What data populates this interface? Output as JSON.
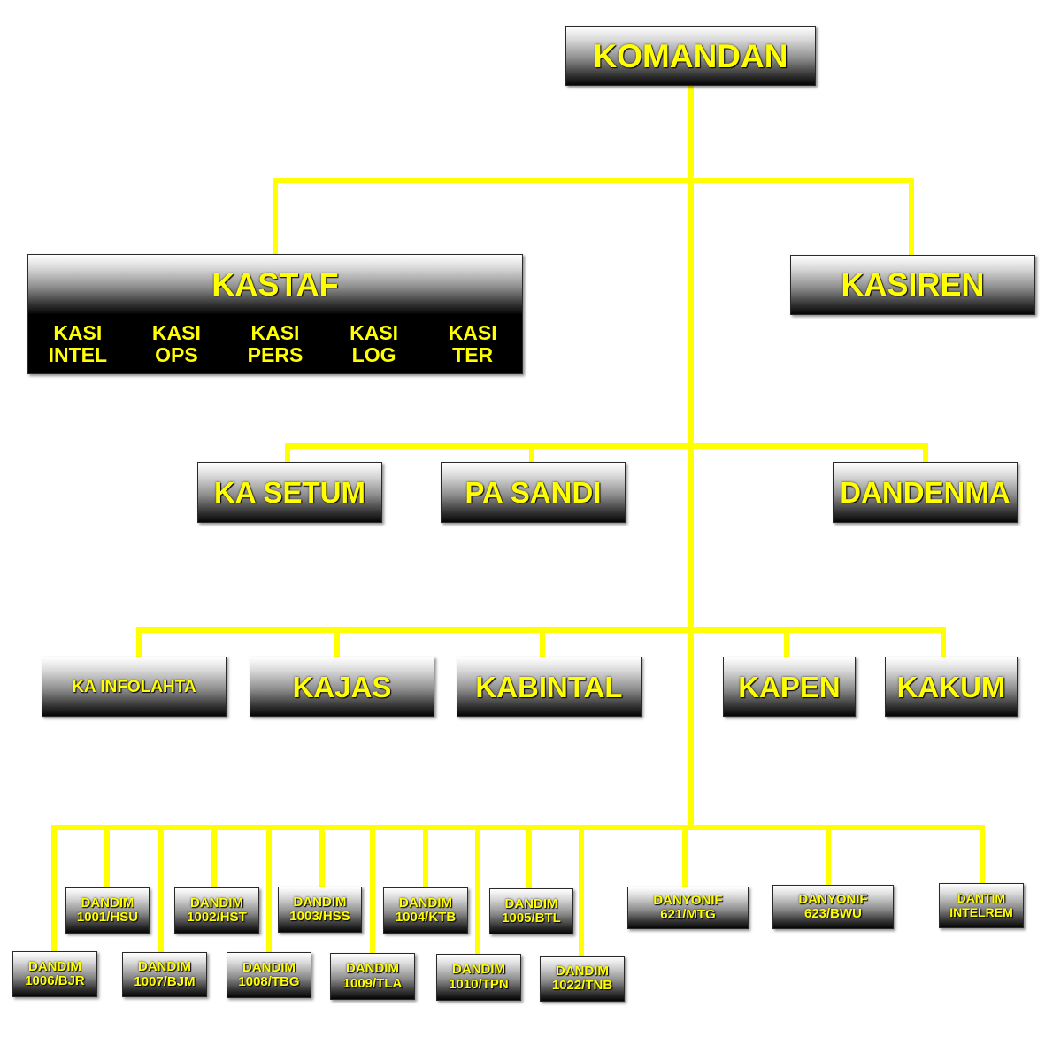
{
  "komandan": "KOMANDAN",
  "kastaf": {
    "title": "KASTAF",
    "subs": [
      [
        "KASI",
        "INTEL"
      ],
      [
        "KASI",
        "OPS"
      ],
      [
        "KASI",
        "PERS"
      ],
      [
        "KASI",
        "LOG"
      ],
      [
        "KASI",
        "TER"
      ]
    ]
  },
  "kasiren": "KASIREN",
  "row3": [
    "KA SETUM",
    "PA SANDI",
    "DANDENMA"
  ],
  "row4": [
    "KA INFOLAHTA",
    "KAJAS",
    "KABINTAL",
    "KAPEN",
    "KAKUM"
  ],
  "dandim_upper": [
    [
      "DANDIM",
      "1001/HSU"
    ],
    [
      "DANDIM",
      "1002/HST"
    ],
    [
      "DANDIM",
      "1003/HSS"
    ],
    [
      "DANDIM",
      "1004/KTB"
    ],
    [
      "DANDIM",
      "1005/BTL"
    ]
  ],
  "dandim_lower": [
    [
      "DANDIM",
      "1006/BJR"
    ],
    [
      "DANDIM",
      "1007/BJM"
    ],
    [
      "DANDIM",
      "1008/TBG"
    ],
    [
      "DANDIM",
      "1009/TLA"
    ],
    [
      "DANDIM",
      "1010/TPN"
    ],
    [
      "DANDIM",
      "1022/TNB"
    ]
  ],
  "battalions": [
    [
      "DANYONIF",
      "621/MTG"
    ],
    [
      "DANYONIF",
      "623/BWU"
    ],
    [
      "DANTIM",
      "INTELREM"
    ]
  ],
  "colors": {
    "connector": "#ffff00",
    "label": "#ffff00"
  }
}
